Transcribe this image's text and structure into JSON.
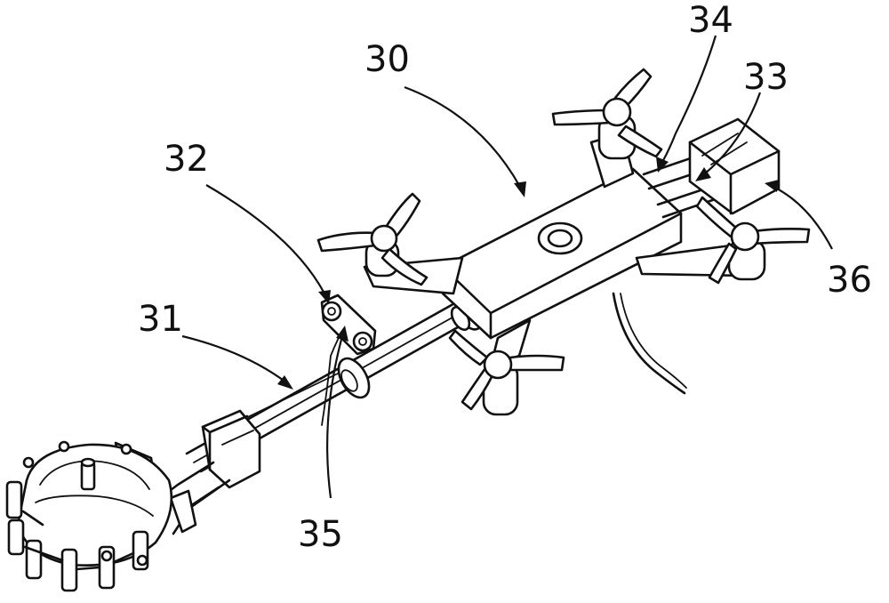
{
  "callouts": {
    "c30": "30",
    "c31": "31",
    "c32": "32",
    "c33": "33",
    "c34": "34",
    "c35": "35",
    "c36": "36"
  }
}
